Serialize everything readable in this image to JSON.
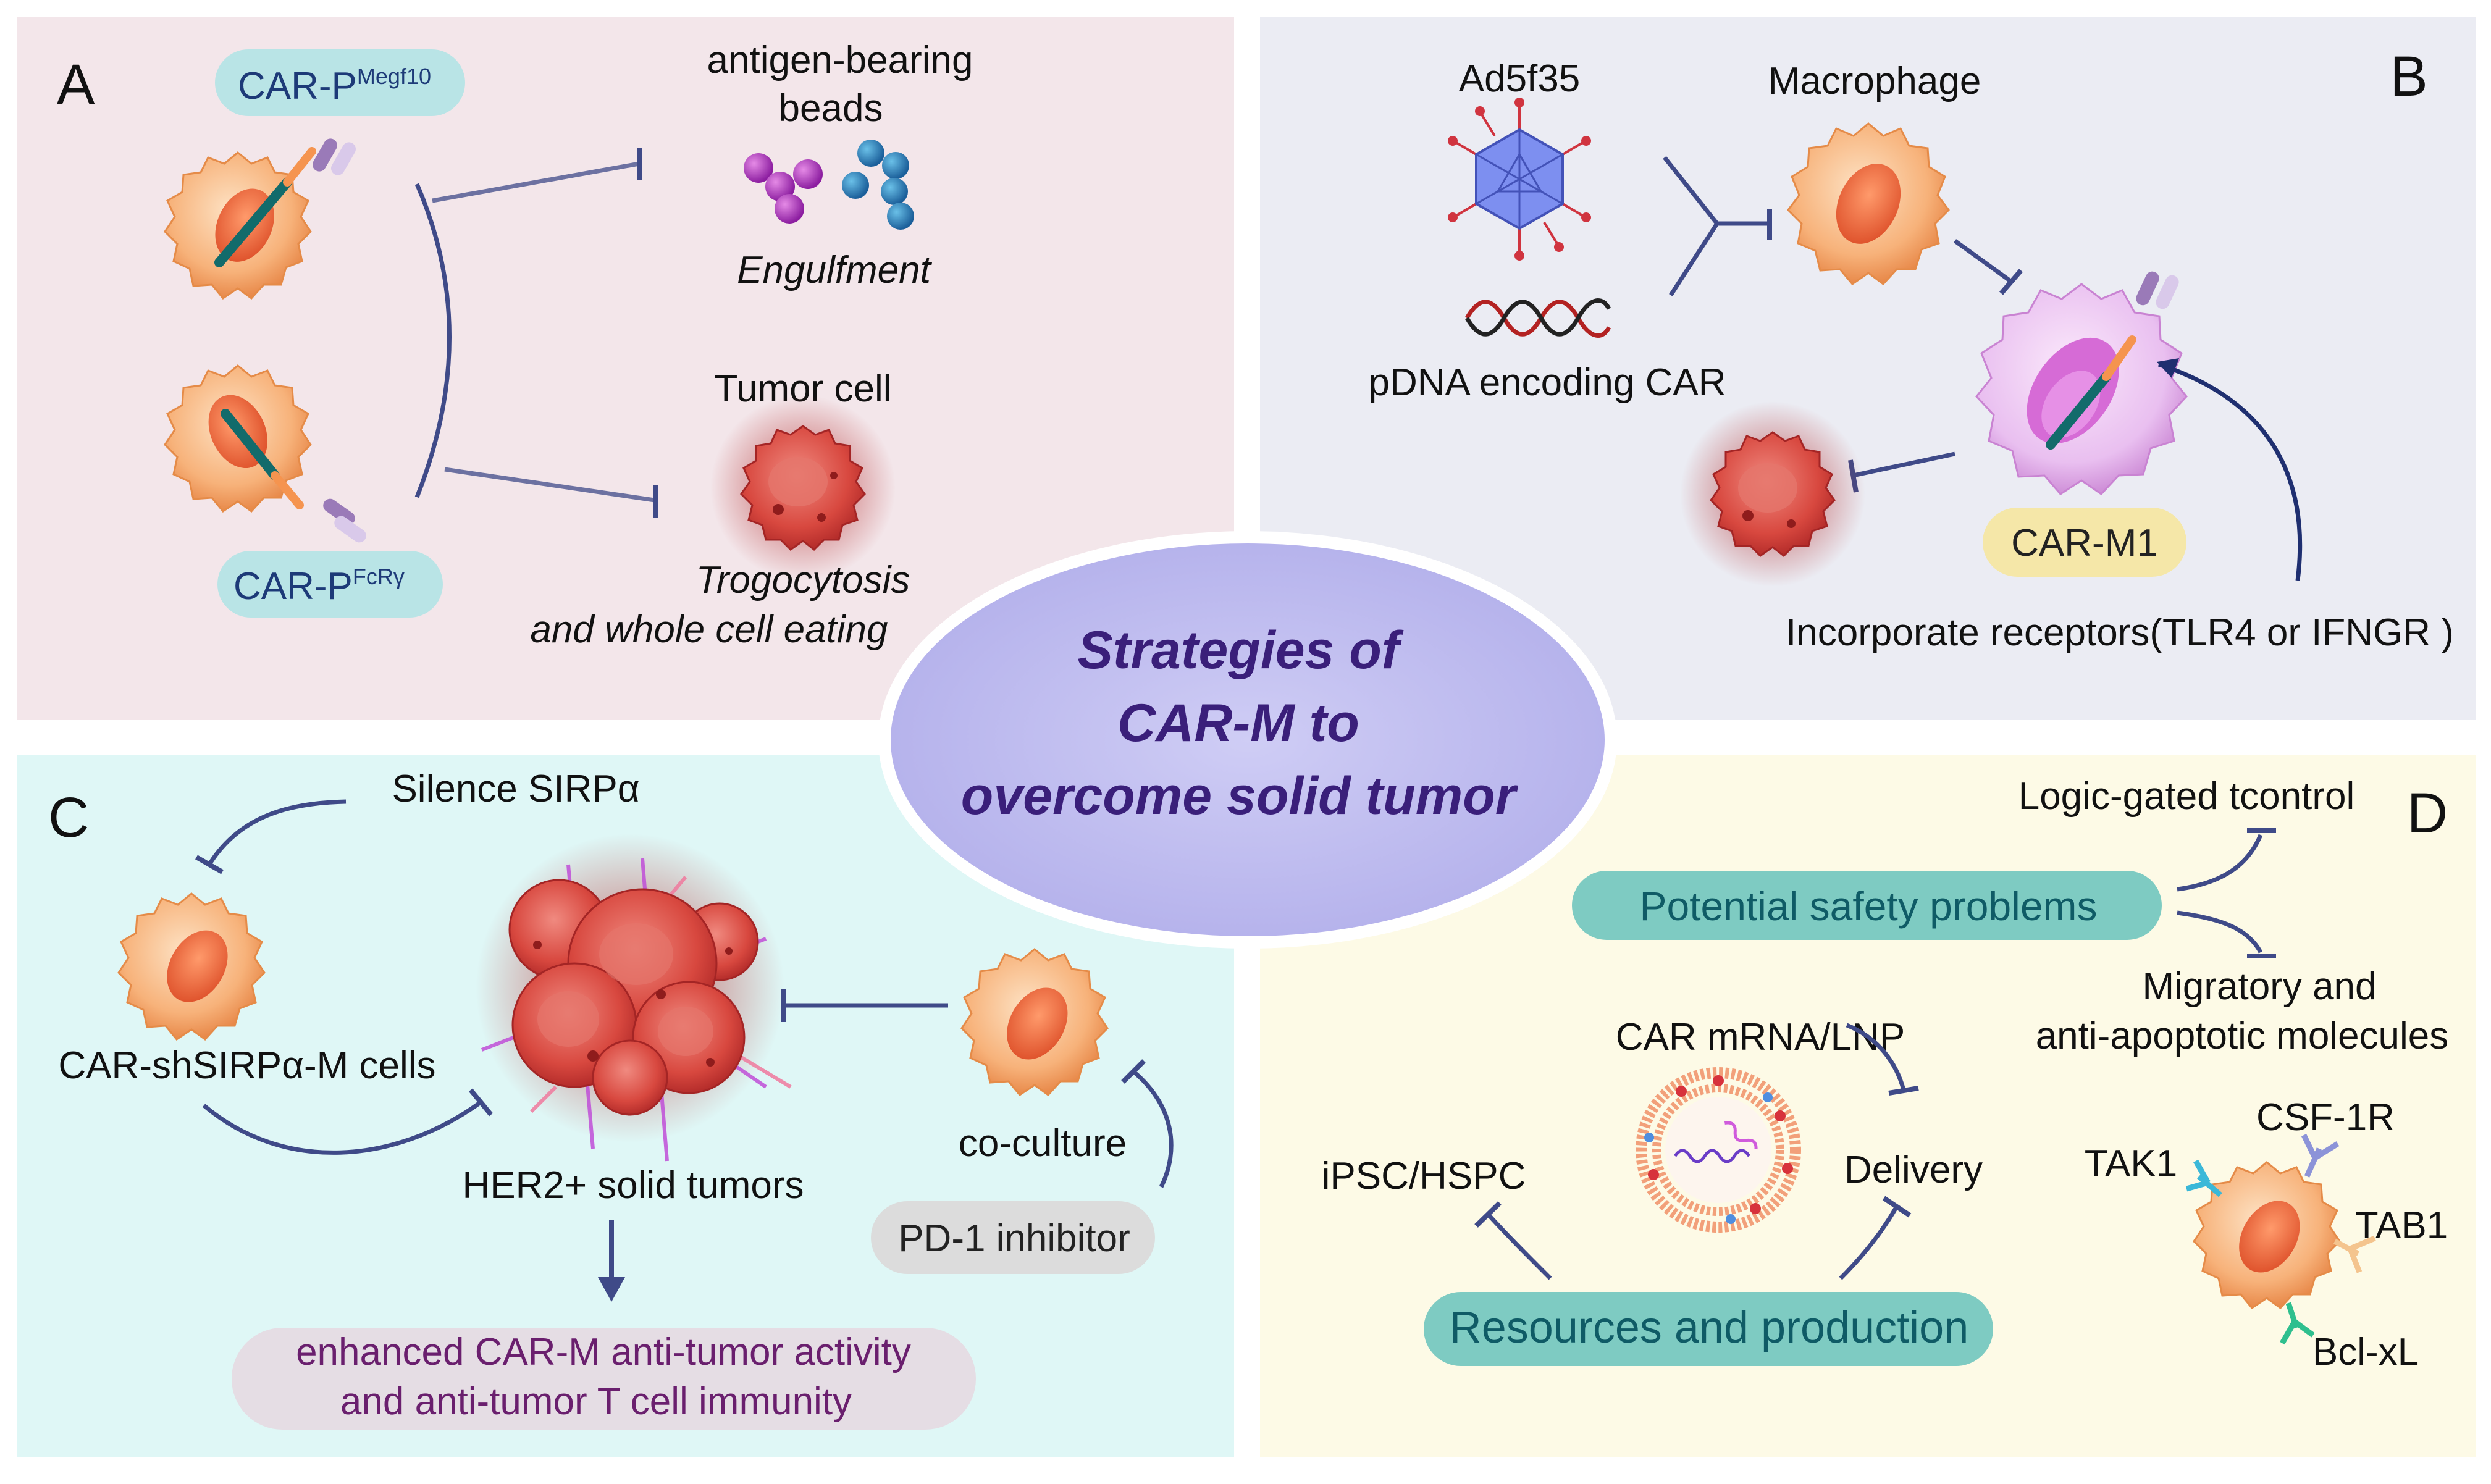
{
  "center": {
    "line1": "Strategies of",
    "line2": "CAR-M to",
    "line3": "overcome solid tumor"
  },
  "panelA": {
    "letter": "A",
    "car_p_megf10": {
      "base": "CAR-P",
      "sup": "Megf10"
    },
    "car_p_fcr": {
      "base": "CAR-P",
      "sup": "FcRγ"
    },
    "beads_label_1": "antigen-bearing",
    "beads_label_2": "beads",
    "engulfment": "Engulfment",
    "tumor_cell": "Tumor cell",
    "trogocytosis": "Trogocytosis",
    "whole_cell": "and whole cell eating"
  },
  "panelB": {
    "letter": "B",
    "virus": "Ad5f35",
    "macrophage": "Macrophage",
    "pdna": "pDNA encoding CAR",
    "car_m1": "CAR-M1",
    "receptors": "Incorporate receptors(TLR4 or IFNGR )"
  },
  "panelC": {
    "letter": "C",
    "silence": "Silence SIRPα",
    "cells": "CAR-shSIRPα-M cells",
    "her2": "HER2+ solid tumors",
    "coculture": "co-culture",
    "pd1": "PD-1 inhibitor",
    "enhanced_1": "enhanced  CAR-M anti-tumor activity",
    "enhanced_2": "and anti-tumor T cell immunity"
  },
  "panelD": {
    "letter": "D",
    "logic": "Logic-gated tcontrol",
    "safety": "Potential safety problems",
    "migratory_1": "Migratory and",
    "migratory_2": "anti-apoptotic molecules",
    "mrna": "CAR mRNA/LNP",
    "delivery": "Delivery",
    "ipsc": "iPSC/HSPC",
    "resources": "Resources and production",
    "tak1": "TAK1",
    "csf1r": "CSF-1R",
    "tab1": "TAB1",
    "bclxl": "Bcl-xL"
  },
  "colors": {
    "panelA_bg": "#f3e6ea",
    "panelB_bg": "#ebecf3",
    "panelC_bg": "#dff7f6",
    "panelD_bg": "#fdfae6",
    "center_ellipse": "#c5c3f0",
    "center_text": "#3a1f7a",
    "arrow": "#2b3a78",
    "teal_pill": "#7ecbc2",
    "teal_text": "#0f5b66",
    "purple_text": "#6a1f6e"
  }
}
